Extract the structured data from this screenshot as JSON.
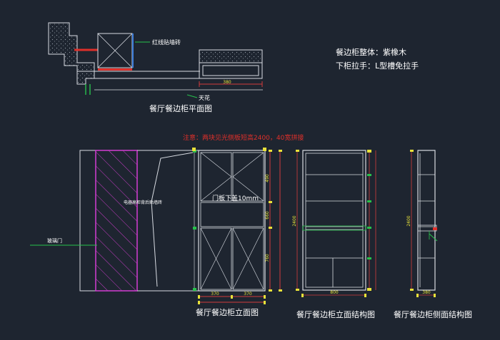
{
  "colors": {
    "background": "#1e2530",
    "line": "#d8dce2",
    "dim": "#d23b3b",
    "magenta": "#c83cc8",
    "green": "#27c24c",
    "yellow": "#e8e23a",
    "red": "#e0302a",
    "white": "#ffffff"
  },
  "notes": {
    "material": "餐边柜整体：紫橡木",
    "handle": "下柜拉手：L型槽免拉手",
    "warning": "注意：两块见光侧板短高2400，40宽拼接",
    "door_gap": "门板下盖10mm"
  },
  "plan": {
    "title": "餐厅餐边柜平面图",
    "tile_label": "红线贴墙砖",
    "ceiling_label": "天花",
    "dim_label": "380"
  },
  "elevation": {
    "title": "餐厅餐边柜立面图",
    "wall_tile_label": "电器高柜背后贴墙砖",
    "door_label": "玻璃门",
    "dims_right": [
      "490",
      "660",
      "760"
    ],
    "dims_bottom": [
      "370",
      "370"
    ]
  },
  "structure": {
    "title": "餐厅餐边柜立面结构图",
    "dim_left": "2400",
    "dim_bottom": "800"
  },
  "side": {
    "title": "餐厅餐边柜侧面结构图",
    "dim_left": "2400",
    "dim_bottom": "380"
  }
}
